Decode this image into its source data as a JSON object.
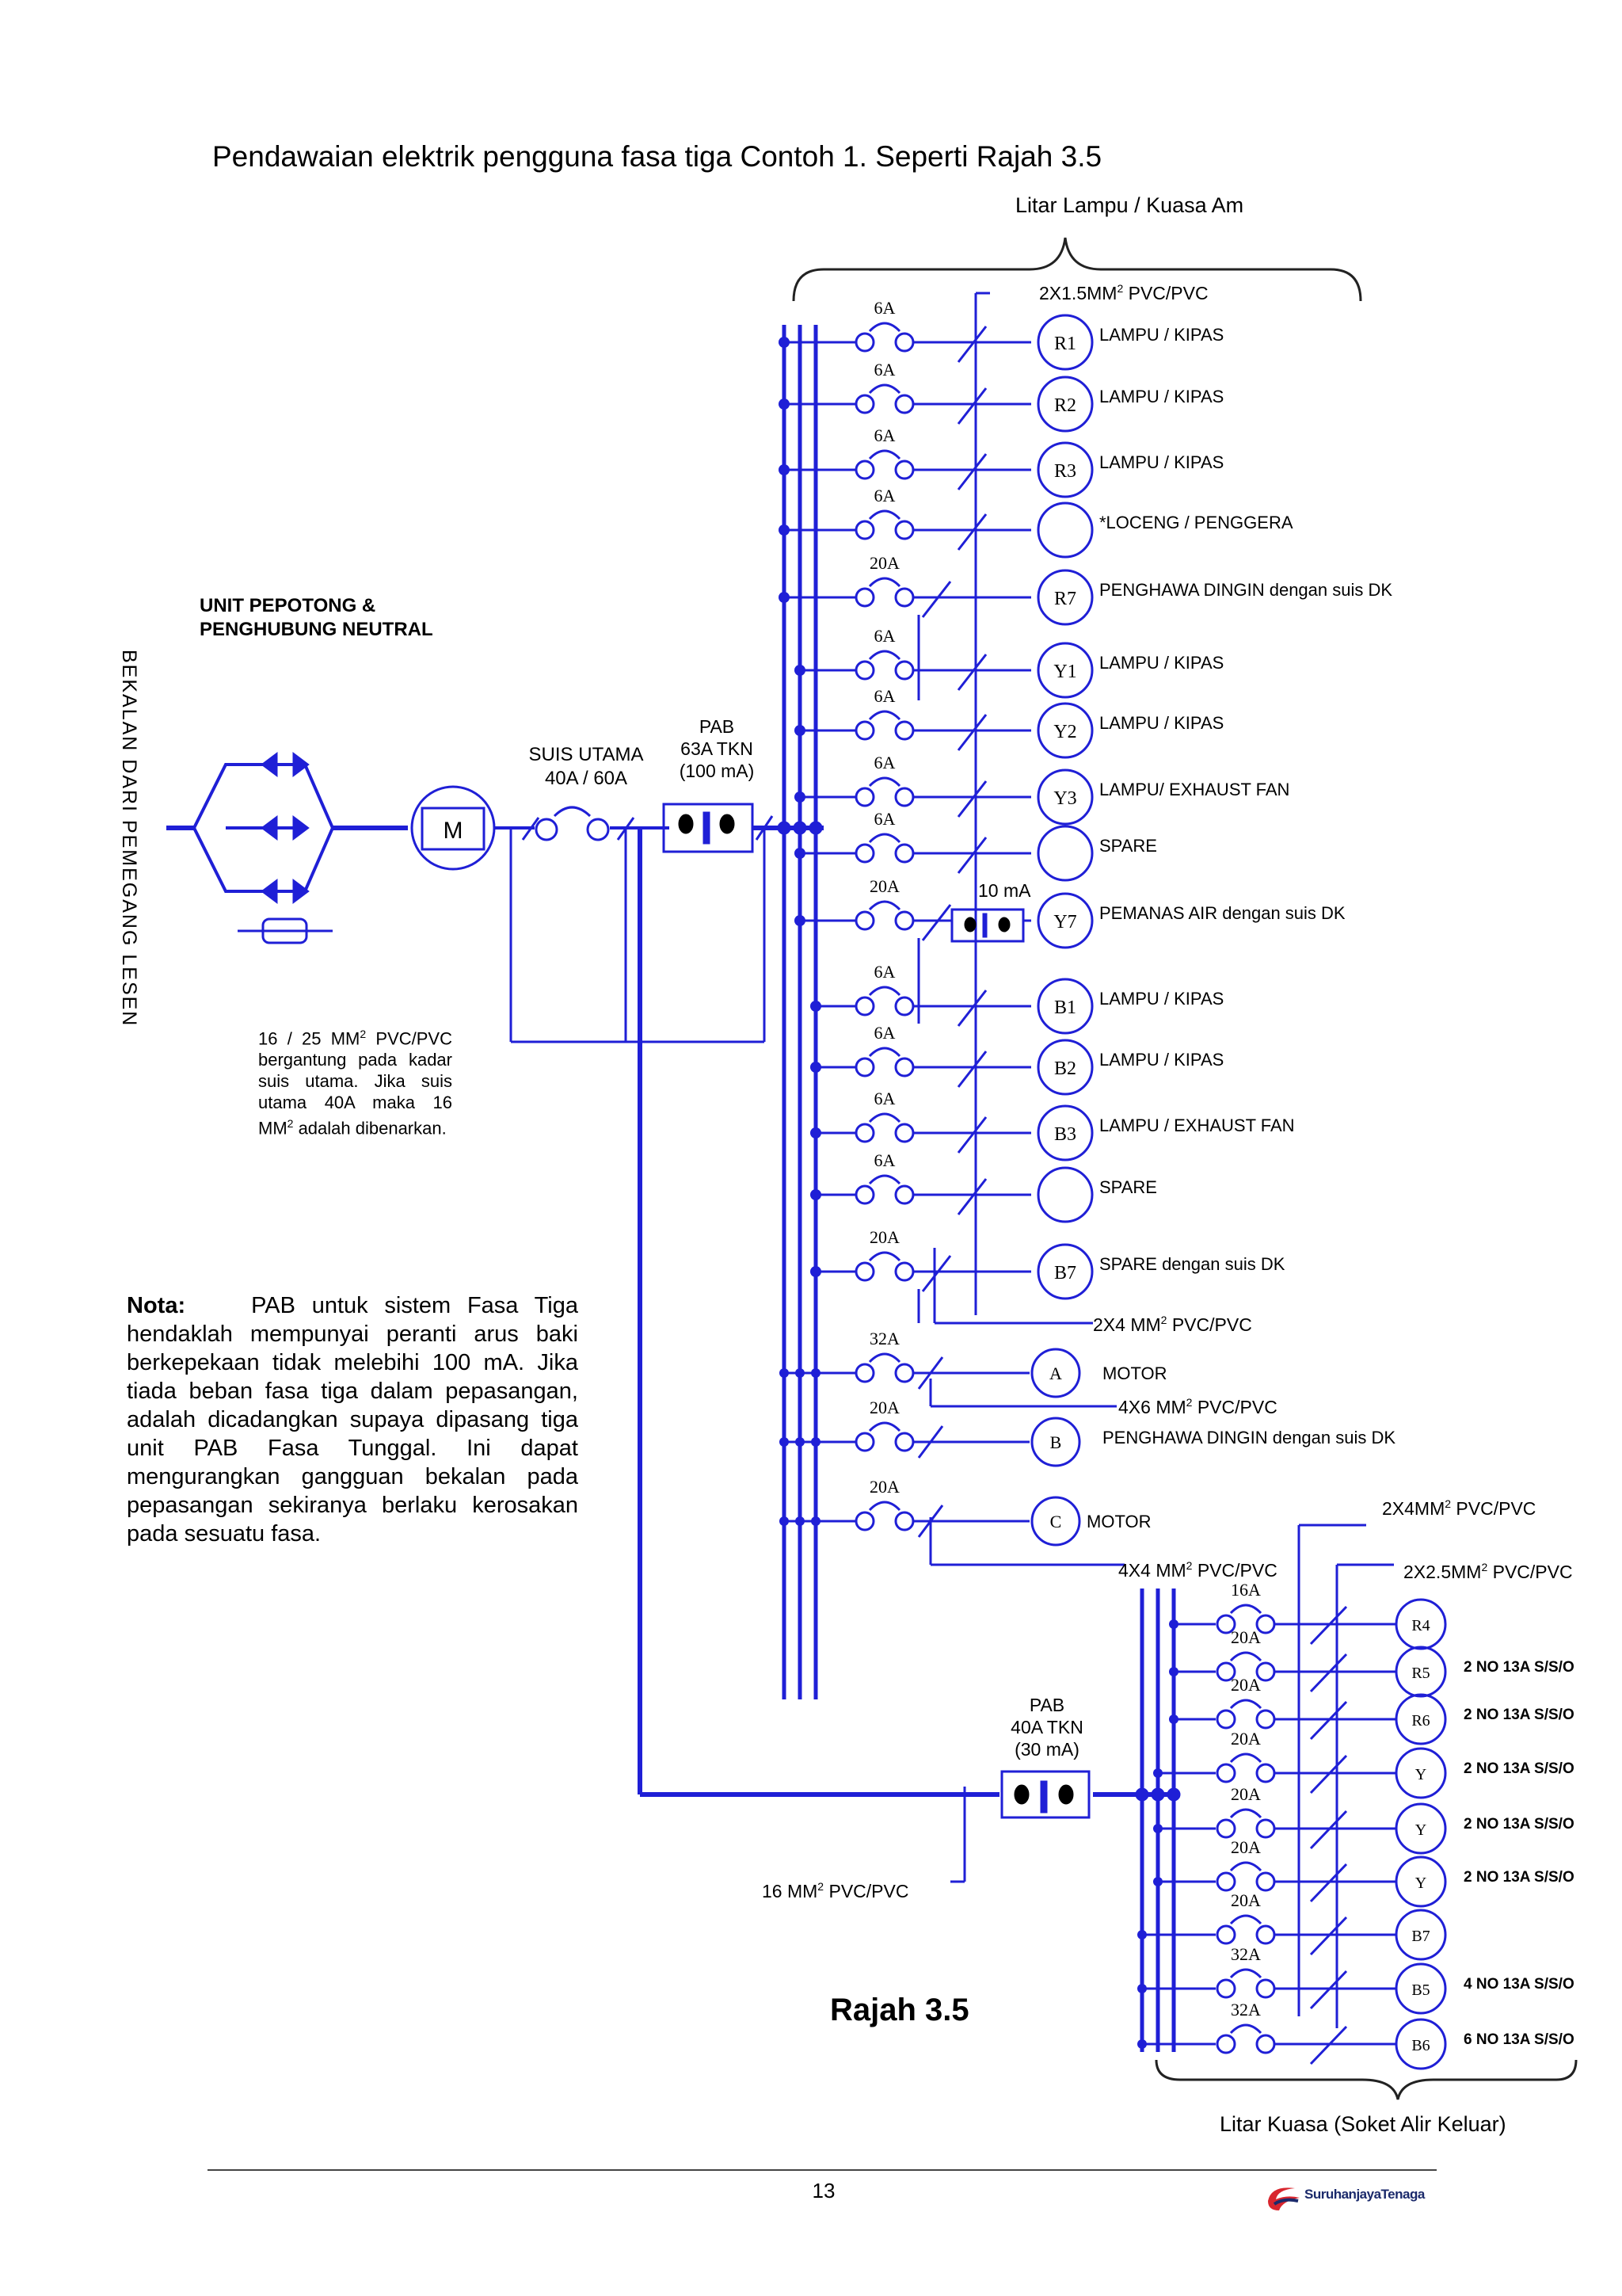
{
  "title": "Pendawaian elektrik pengguna fasa tiga Contoh 1. Seperti Rajah 3.5",
  "group_top_label": "Litar Lampu / Kuasa Am",
  "group_bottom_label": "Litar Kuasa (Soket Alir Keluar)",
  "figure_label": "Rajah 3.5",
  "page_number": "13",
  "logo_text": "SuruhanjayaTenaga",
  "side_label": "BEKALAN DARI PEMEGANG LESEN",
  "unit_label_1": "UNIT PEPOTONG  &",
  "unit_label_2": "PENGHUBUNG NEUTRAL",
  "meter_label": "M",
  "main_switch_1": "SUIS UTAMA",
  "main_switch_2": "40A / 60A",
  "pab_main": [
    "PAB",
    "63A TKN",
    "(100 mA)"
  ],
  "pab_sub": [
    "PAB",
    "40A TKN",
    "(30 mA)"
  ],
  "rcd_y7": "10 mA",
  "cable_note": {
    "line1_pre": "16 / 25 MM",
    "line1_sup": "2",
    "line1_post": " PVC/PVC",
    "body_a": "bergantung pada kadar suis utama. Jika suis utama 40A maka 16 MM",
    "body_sup": "2",
    "body_b": " adalah dibenarkan."
  },
  "note": {
    "head": "Nota:",
    "body": "PAB untuk sistem Fasa Tiga hendaklah mempunyai peranti arus baki berkepekaan tidak melebihi 100 mA. Jika tiada beban fasa tiga dalam pepasangan, adalah dicadangkan supaya dipasang tiga unit PAB Fasa Tunggal. Ini dapat mengurangkan gangguan bekalan pada pepasangan sekiranya berlaku kerosakan pada sesuatu fasa."
  },
  "cables": {
    "c1_pre": "2X1.5MM",
    "c1_sup": "2",
    "c1_post": " PVC/PVC",
    "c2_pre": "2X4 MM",
    "c2_sup": "2",
    "c2_post": " PVC/PVC",
    "c3_pre": "4X6 MM",
    "c3_sup": "2",
    "c3_post": " PVC/PVC",
    "c4_pre": "4X4 MM",
    "c4_sup": "2",
    "c4_post": " PVC/PVC",
    "c5_pre": "2X4MM",
    "c5_sup": "2",
    "c5_post": " PVC/PVC",
    "c6_pre": "2X2.5MM",
    "c6_sup": "2",
    "c6_post": " PVC/PVC",
    "c7_pre": "16 MM",
    "c7_sup": "2",
    "c7_post": " PVC/PVC"
  },
  "upper_circuits": [
    {
      "rating": "6A",
      "label": "R1",
      "desc": "LAMPU / KIPAS"
    },
    {
      "rating": "6A",
      "label": "R2",
      "desc": "LAMPU / KIPAS"
    },
    {
      "rating": "6A",
      "label": "R3",
      "desc": "LAMPU / KIPAS"
    },
    {
      "rating": "6A",
      "label": "",
      "desc": "*LOCENG / PENGGERA"
    },
    {
      "rating": "20A",
      "label": "R7",
      "desc": "PENGHAWA DINGIN dengan suis DK"
    },
    {
      "rating": "6A",
      "label": "Y1",
      "desc": "LAMPU / KIPAS"
    },
    {
      "rating": "6A",
      "label": "Y2",
      "desc": "LAMPU / KIPAS"
    },
    {
      "rating": "6A",
      "label": "Y3",
      "desc": "LAMPU/  EXHAUST FAN"
    },
    {
      "rating": "6A",
      "label": "",
      "desc": "SPARE"
    },
    {
      "rating": "20A",
      "label": "Y7",
      "desc": "PEMANAS AIR dengan suis DK"
    },
    {
      "rating": "6A",
      "label": "B1",
      "desc": "LAMPU / KIPAS"
    },
    {
      "rating": "6A",
      "label": "B2",
      "desc": "LAMPU / KIPAS"
    },
    {
      "rating": "6A",
      "label": "B3",
      "desc": "LAMPU /  EXHAUST FAN"
    },
    {
      "rating": "6A",
      "label": "",
      "desc": "SPARE"
    },
    {
      "rating": "20A",
      "label": "B7",
      "desc": "SPARE dengan suis DK"
    }
  ],
  "three_phase_circuits": [
    {
      "rating": "32A",
      "label": "A",
      "desc": "MOTOR"
    },
    {
      "rating": "20A",
      "label": "B",
      "desc": "PENGHAWA DINGIN dengan suis DK"
    },
    {
      "rating": "20A",
      "label": "C",
      "desc": "MOTOR"
    }
  ],
  "socket_circuits": [
    {
      "rating": "16A",
      "label": "R4",
      "desc": ""
    },
    {
      "rating": "20A",
      "label": "R5",
      "desc": "2 NO 13A S/S/O"
    },
    {
      "rating": "20A",
      "label": "R6",
      "desc": "2 NO 13A S/S/O"
    },
    {
      "rating": "20A",
      "label": "Y",
      "desc": "2 NO 13A S/S/O"
    },
    {
      "rating": "20A",
      "label": "Y",
      "desc": "2 NO 13A S/S/O"
    },
    {
      "rating": "20A",
      "label": "Y",
      "desc": "2 NO 13A S/S/O"
    },
    {
      "rating": "20A",
      "label": "B7",
      "desc": ""
    },
    {
      "rating": "32A",
      "label": "B5",
      "desc": "4 NO 13A S/S/O"
    },
    {
      "rating": "32A",
      "label": "B6",
      "desc": "6 NO 13A S/S/O"
    }
  ],
  "colors": {
    "wire": "#1f1fd6",
    "text": "#000000"
  }
}
